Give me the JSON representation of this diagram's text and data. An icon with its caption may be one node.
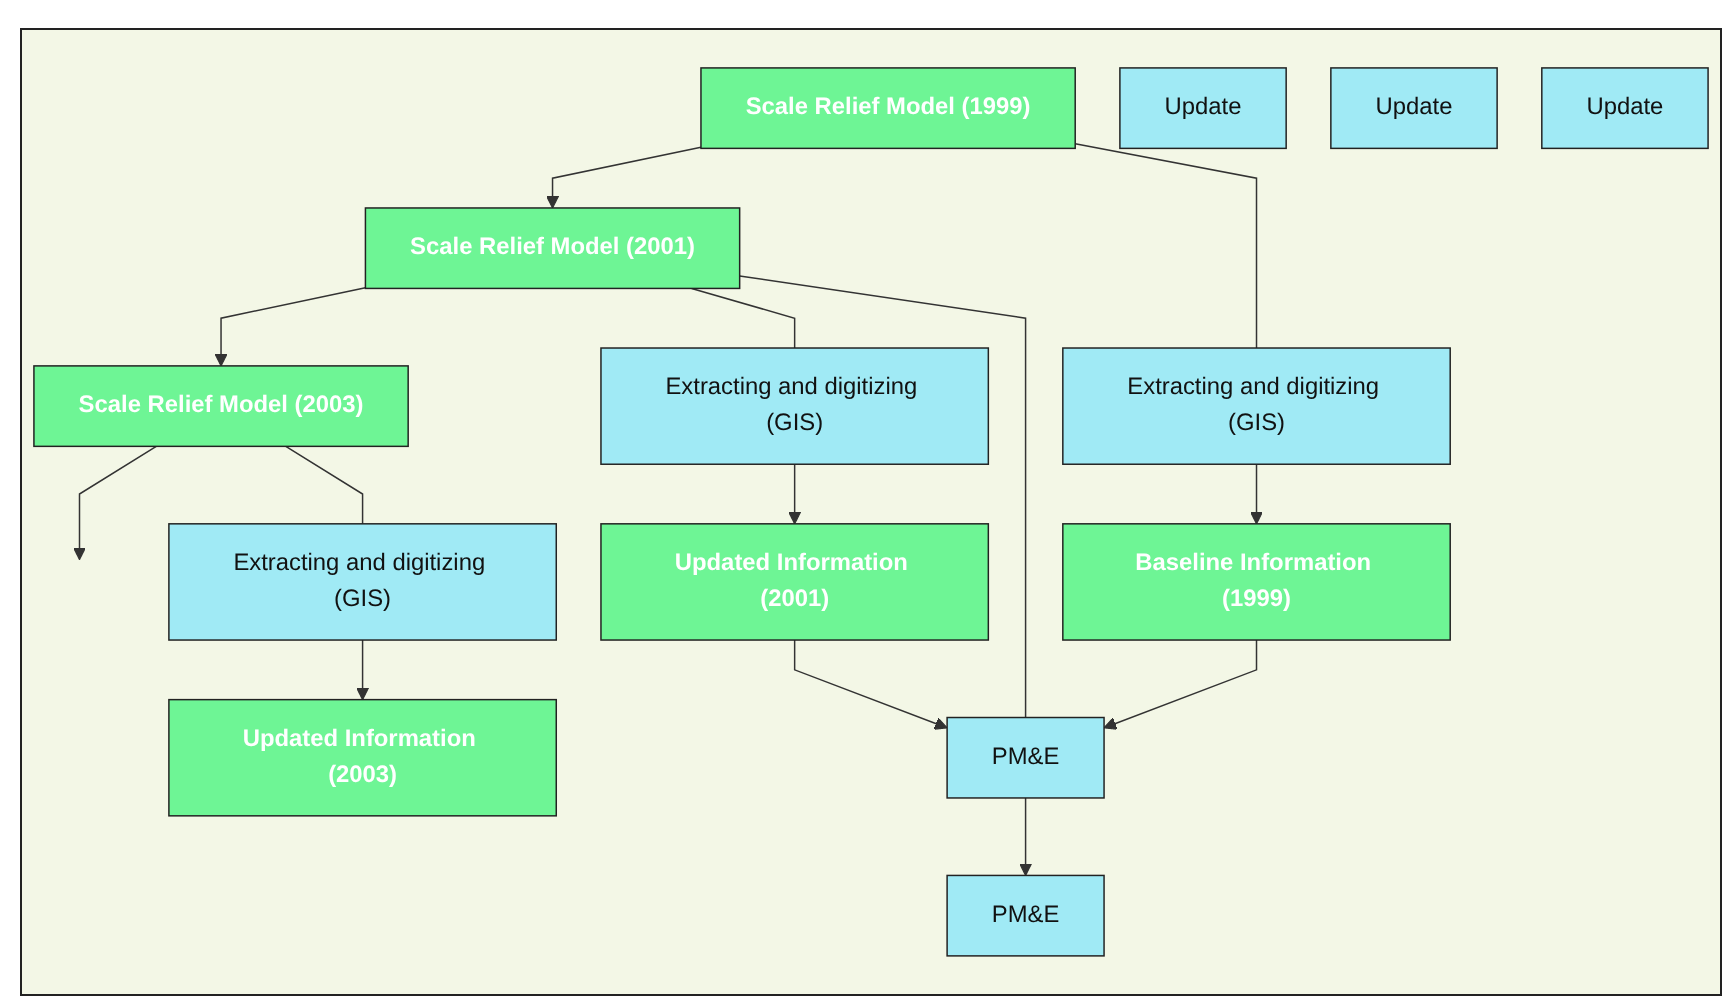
{
  "diagram": {
    "nodes": [
      {
        "text": [
          "Scale Relief Model (1999)"
        ]
      },
      {
        "text": [
          "Update"
        ]
      },
      {
        "text": [
          "Scale Relief Model (2001)"
        ]
      },
      {
        "text": [
          "Update"
        ]
      },
      {
        "text": [
          "Scale Relief Model (2003)"
        ]
      },
      {
        "text": [
          "Update"
        ]
      },
      {
        "text": [
          "Extracting and digitizing (GIS)"
        ]
      },
      {
        "text": [
          "Extracting and digitizing (GIS)"
        ]
      },
      {
        "text": [
          "Extracting and digitizing (GIS)"
        ]
      },
      {
        "text": [
          "Baseline Information (1999)"
        ]
      },
      {
        "text": [
          "Updated Information (2001)"
        ]
      },
      {
        "text": [
          "Updated Information (2003)"
        ]
      },
      {
        "text": [
          "PM&E"
        ]
      },
      {
        "text": [
          "PM&E"
        ]
      }
    ],
    "edges": [
      {
        "from": 0,
        "to": 2,
        "arrow": "to"
      },
      {
        "from": 2,
        "to": 4,
        "arrow": "to"
      },
      {
        "from": 4,
        "to": null,
        "arrow": "to"
      },
      {
        "from": 0,
        "to": 6,
        "arrow": "none"
      },
      {
        "from": 6,
        "to": 9,
        "arrow": "to"
      },
      {
        "from": 2,
        "to": 7,
        "arrow": "none"
      },
      {
        "from": 7,
        "to": 10,
        "arrow": "to"
      },
      {
        "from": 4,
        "to": 8,
        "arrow": "none"
      },
      {
        "from": 8,
        "to": 11,
        "arrow": "to"
      },
      {
        "from": 9,
        "to": 12,
        "arrow": "to"
      },
      {
        "from": 10,
        "to": 12,
        "arrow": "to"
      },
      {
        "from": 2,
        "to": 12,
        "arrow": "none"
      },
      {
        "from": 12,
        "to": 13,
        "arrow": "to"
      }
    ]
  }
}
